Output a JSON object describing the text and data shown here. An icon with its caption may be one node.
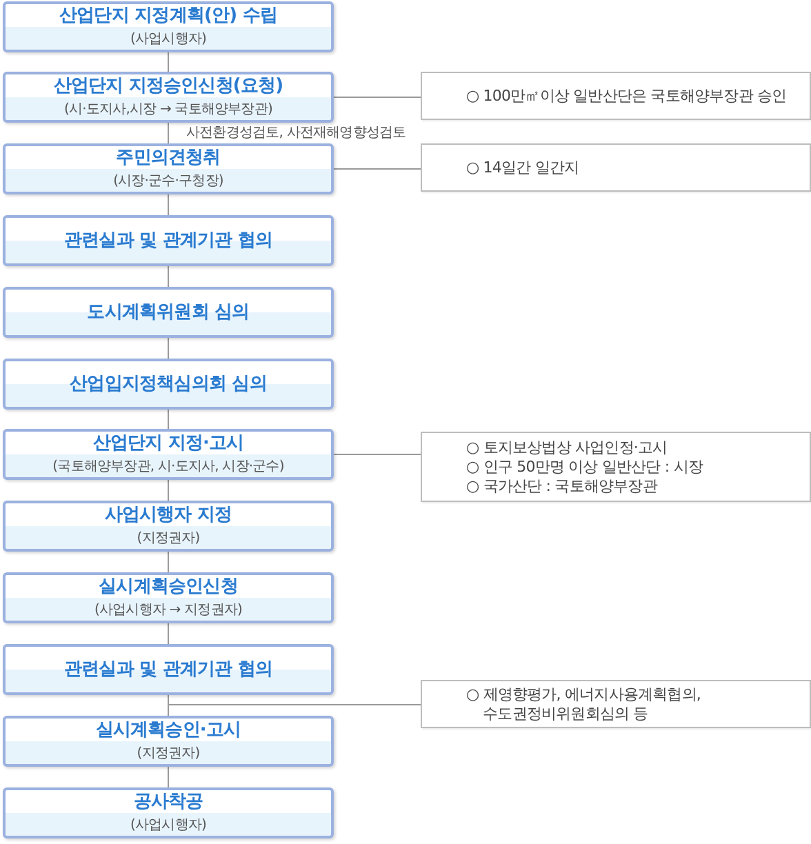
{
  "diagram": {
    "nodes": [
      {
        "text": [
          "산업단지 지정계획(안) 수립",
          "(사업시행자)"
        ]
      },
      {
        "text": [
          "산업단지 지정승인신청(요청)",
          "(시·도지사,시장 → 국토해양부장관)"
        ]
      },
      {
        "text": [
          "○ 100만㎡이상 일반산단은 국토해양부장관 승인"
        ]
      },
      {
        "text": [
          "주민의견청취",
          "(시장·군수·구청장)"
        ]
      },
      {
        "text": [
          "○ 14일간 일간지"
        ]
      },
      {
        "text": [
          "관련실과 및 관계기관 협의"
        ]
      },
      {
        "text": [
          "도시계획위원회 심의"
        ]
      },
      {
        "text": [
          "산업입지정책심의회 심의"
        ]
      },
      {
        "text": [
          "산업단지 지정·고시",
          "(국토해양부장관, 시·도지사, 시장·군수)"
        ]
      },
      {
        "text": [
          "○ 토지보상법상 사업인정·고시",
          "○ 인구 50만명 이상 일반산단 : 시장",
          "○ 국가산단 : 국토해양부장관"
        ]
      },
      {
        "text": [
          "사업시행자 지정",
          "(지정권자)"
        ]
      },
      {
        "text": [
          "실시계획승인신청",
          "(사업시행자 → 지정권자)"
        ]
      },
      {
        "text": [
          "관련실과 및 관계기관 협의"
        ]
      },
      {
        "text": [
          "○ 제영향평가, 에너지사용계획협의, 수도권정비위원회심의 등"
        ]
      },
      {
        "text": [
          "실시계획승인·고시",
          "(지정권자)"
        ]
      },
      {
        "text": [
          "공사착공",
          "(사업시행자)"
        ]
      }
    ],
    "edges": [
      {
        "from": 0,
        "to": 1,
        "arrow": "none"
      },
      {
        "from": 1,
        "to": 2,
        "arrow": "none"
      },
      {
        "from": 1,
        "to": 3,
        "arrow": "none",
        "label": "사전환경성검토, 사전재해영향성검토"
      },
      {
        "from": 3,
        "to": 4,
        "arrow": "none"
      },
      {
        "from": 3,
        "to": 5,
        "arrow": "none"
      },
      {
        "from": 5,
        "to": 6,
        "arrow": "none"
      },
      {
        "from": 6,
        "to": 7,
        "arrow": "none"
      },
      {
        "from": 7,
        "to": 8,
        "arrow": "none"
      },
      {
        "from": 8,
        "to": 9,
        "arrow": "none"
      },
      {
        "from": 8,
        "to": 10,
        "arrow": "none"
      },
      {
        "from": 10,
        "to": 11,
        "arrow": "none"
      },
      {
        "from": 11,
        "to": 12,
        "arrow": "none"
      },
      {
        "from": 12,
        "to": 13,
        "arrow": "none"
      },
      {
        "from": 12,
        "to": 14,
        "arrow": "none"
      },
      {
        "from": 14,
        "to": 15,
        "arrow": "none"
      }
    ]
  }
}
